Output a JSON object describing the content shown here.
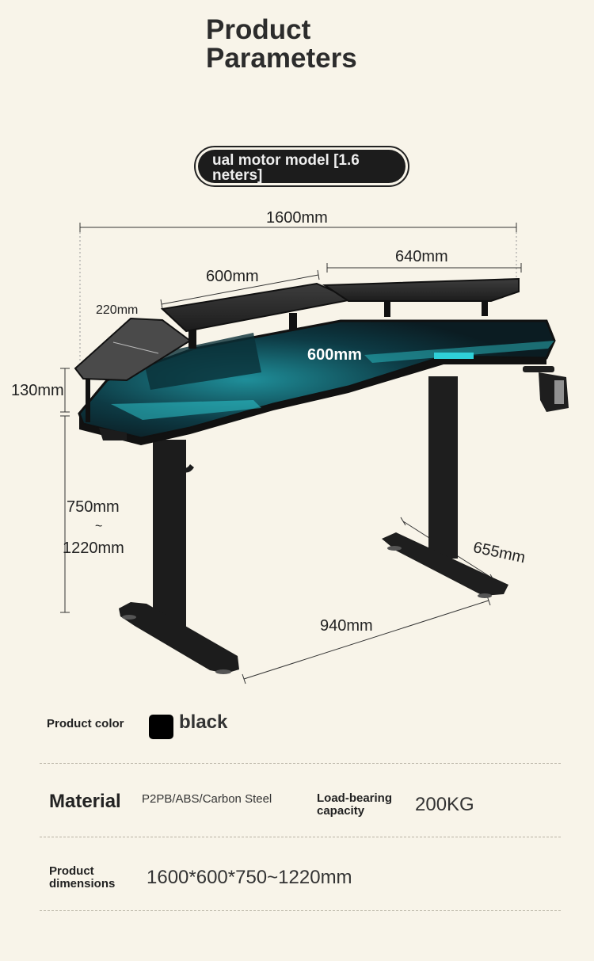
{
  "header": {
    "title_line1": "Product",
    "title_line2": "Parameters"
  },
  "model_pill": {
    "line1": "ual motor model [1.6",
    "line2": "neters]"
  },
  "dimensions": {
    "total_width": "1600mm",
    "shelf_left": "600mm",
    "shelf_right": "640mm",
    "wing_depth": "220mm",
    "desk_depth": "600mm",
    "shelf_height": "130mm",
    "height_min": "750mm",
    "height_sep": "~",
    "height_max": "1220mm",
    "foot_depth": "655mm",
    "frame_width": "940mm"
  },
  "specs": {
    "color_label": "Product color",
    "color_value": "black",
    "color_hex": "#000000",
    "material_label": "Material",
    "material_value": "P2PB/ABS/Carbon Steel",
    "load_label_line1": "Load-bearing",
    "load_label_line2": "capacity",
    "load_value": "200KG",
    "size_label_line1": "Product",
    "size_label_line2": "dimensions",
    "size_value": "1600*600*750~1220mm"
  },
  "colors": {
    "background": "#f8f4e9",
    "desk": "#1a1a1a",
    "glow": "#2fd0d8"
  }
}
